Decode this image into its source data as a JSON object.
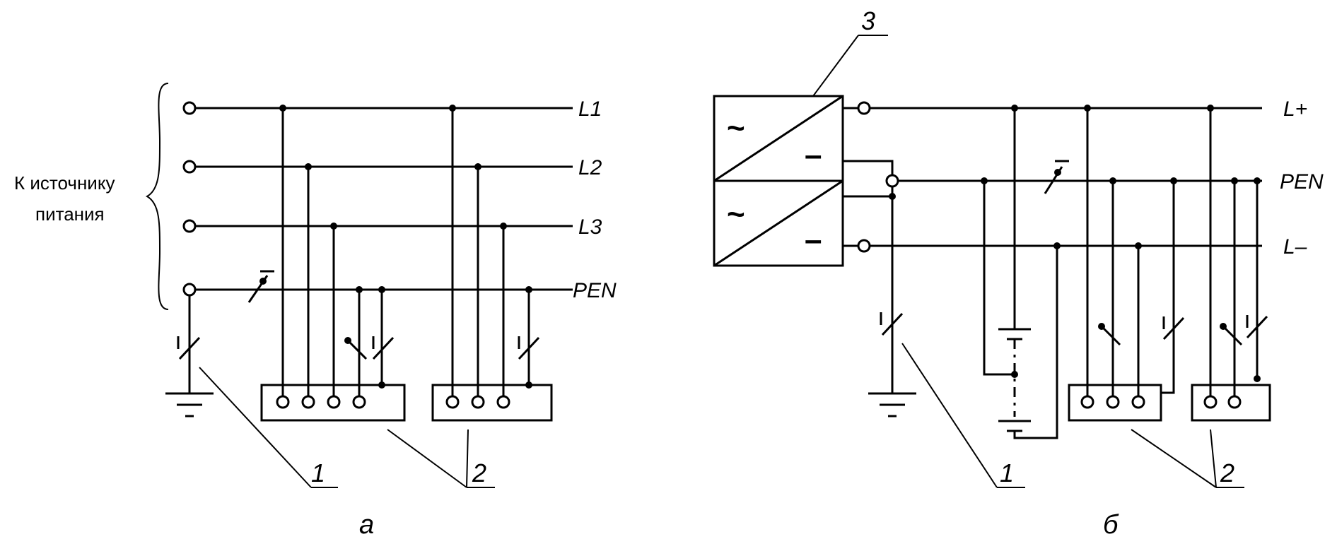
{
  "panel_a": {
    "source_label_line1": "К источнику",
    "source_label_line2": "питания",
    "buses": {
      "l1": "L1",
      "l2": "L2",
      "l3": "L3",
      "pen": "PEN"
    },
    "callout_1": "1",
    "callout_2": "2",
    "caption": "а"
  },
  "panel_b": {
    "buses": {
      "lplus": "L+",
      "pen": "PEN",
      "lminus": "L–"
    },
    "callout_1": "1",
    "callout_2": "2",
    "callout_3": "3",
    "converter_symbols": {
      "ac_top": "~",
      "dc_top": "–",
      "ac_bottom": "~",
      "dc_bottom": "–"
    },
    "caption": "б"
  }
}
